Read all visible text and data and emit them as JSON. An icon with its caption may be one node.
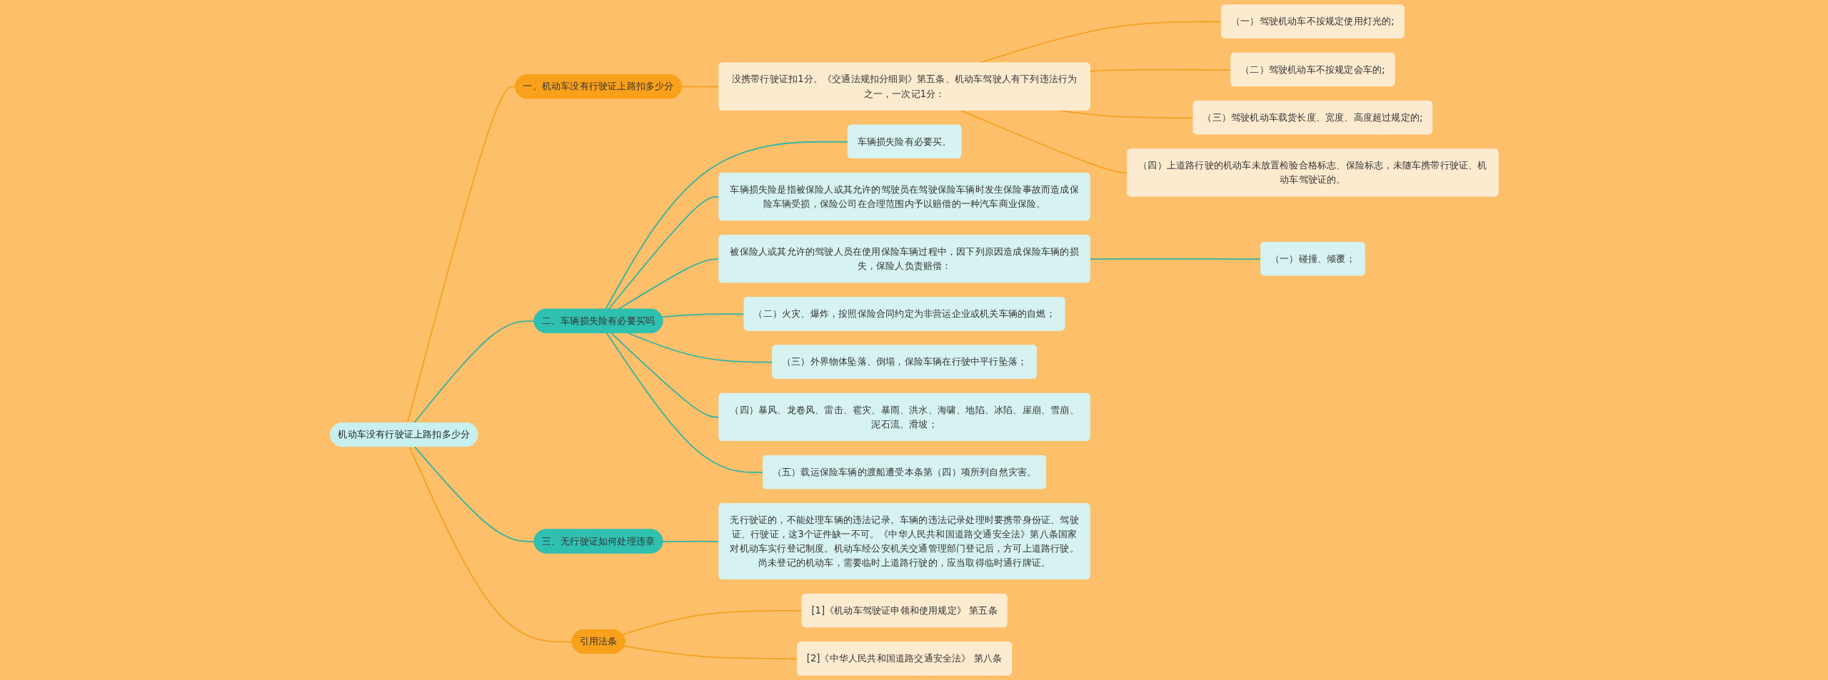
{
  "diagram": {
    "nodes": [
      {
        "text": [
          "机动车没有行驶证上路扣多少分"
        ]
      },
      {
        "text": [
          "一、机动车没有行驶证上路扣多少分"
        ]
      },
      {
        "text": [
          "没携带行驶证扣1分。《交通法规扣分细则》第五条、机动车驾驶人有下列违法行为之一，一次记1分："
        ]
      },
      {
        "text": [
          "（一）驾驶机动车不按规定使用灯光的;"
        ]
      },
      {
        "text": [
          "（二）驾驶机动车不按规定会车的;"
        ]
      },
      {
        "text": [
          "（三）驾驶机动车载货长度、宽度、高度超过规定的;"
        ]
      },
      {
        "text": [
          "（四）上道路行驶的机动车未放置检验合格标志、保险标志，未随车携带行驶证、机动车驾驶证的。"
        ]
      },
      {
        "text": [
          "二、车辆损失险有必要买吗"
        ]
      },
      {
        "text": [
          "车辆损失险有必要买。"
        ]
      },
      {
        "text": [
          "车辆损失险是指被保险人或其允许的驾驶员在驾驶保险车辆时发生保险事故而造成保险车辆受损，保险公司在合理范围内予以赔偿的一种汽车商业保险。"
        ]
      },
      {
        "text": [
          "被保险人或其允许的驾驶人员在使用保险车辆过程中，因下列原因造成保险车辆的损失，保险人负责赔偿："
        ]
      },
      {
        "text": [
          "（一）碰撞、倾覆；"
        ]
      },
      {
        "text": [
          "（二）火灾、爆炸，按照保险合同约定为非营运企业或机关车辆的自燃；"
        ]
      },
      {
        "text": [
          "（三）外界物体坠落、倒塌，保险车辆在行驶中平行坠落；"
        ]
      },
      {
        "text": [
          "（四）暴风、龙卷风、雷击、雹灾、暴雨、洪水、海啸、地陷、冰陷、崖崩、雪崩、泥石流、滑坡；"
        ]
      },
      {
        "text": [
          "（五）载运保险车辆的渡船遭受本条第（四）项所列自然灾害。"
        ]
      },
      {
        "text": [
          "三、无行驶证如何处理违章"
        ]
      },
      {
        "text": [
          "无行驶证的，不能处理车辆的违法记录。车辆的违法记录处理时要携带身份证、驾驶证、行驶证，这3个证件缺一不可。《中华人民共和国道路交通安全法》第八条国家对机动车实行登记制度。机动车经公安机关交通管理部门登记后，方可上道路行驶。尚未登记的机动车，需要临时上道路行驶的，应当取得临时通行牌证。"
        ]
      },
      {
        "text": [
          "引用法条"
        ]
      },
      {
        "text": [
          "[1]《机动车驾驶证申领和使用规定》 第五条"
        ]
      },
      {
        "text": [
          "[2]《中华人民共和国道路交通安全法》 第八条"
        ]
      }
    ],
    "edges": [
      {
        "from": 0,
        "to": 1,
        "arrow": "none",
        "color": "#f5a020"
      },
      {
        "from": 1,
        "to": 2,
        "arrow": "none",
        "color": "#f5a020"
      },
      {
        "from": 2,
        "to": 3,
        "arrow": "none",
        "color": "#f5a020"
      },
      {
        "from": 2,
        "to": 4,
        "arrow": "none",
        "color": "#f5a020"
      },
      {
        "from": 2,
        "to": 5,
        "arrow": "none",
        "color": "#f5a020"
      },
      {
        "from": 2,
        "to": 6,
        "arrow": "none",
        "color": "#f5a020"
      },
      {
        "from": 0,
        "to": 7,
        "arrow": "none"
      },
      {
        "from": 7,
        "to": 8,
        "arrow": "none"
      },
      {
        "from": 7,
        "to": 9,
        "arrow": "none"
      },
      {
        "from": 7,
        "to": 10,
        "arrow": "none"
      },
      {
        "from": 10,
        "to": 11,
        "arrow": "none"
      },
      {
        "from": 7,
        "to": 12,
        "arrow": "none"
      },
      {
        "from": 7,
        "to": 13,
        "arrow": "none"
      },
      {
        "from": 7,
        "to": 14,
        "arrow": "none"
      },
      {
        "from": 7,
        "to": 15,
        "arrow": "none"
      },
      {
        "from": 0,
        "to": 16,
        "arrow": "none"
      },
      {
        "from": 16,
        "to": 17,
        "arrow": "none"
      },
      {
        "from": 0,
        "to": 18,
        "arrow": "none",
        "color": "#f5a020"
      },
      {
        "from": 18,
        "to": 19,
        "arrow": "none",
        "color": "#f5a020"
      },
      {
        "from": 18,
        "to": 20,
        "arrow": "none",
        "color": "#f5a020"
      }
    ]
  }
}
